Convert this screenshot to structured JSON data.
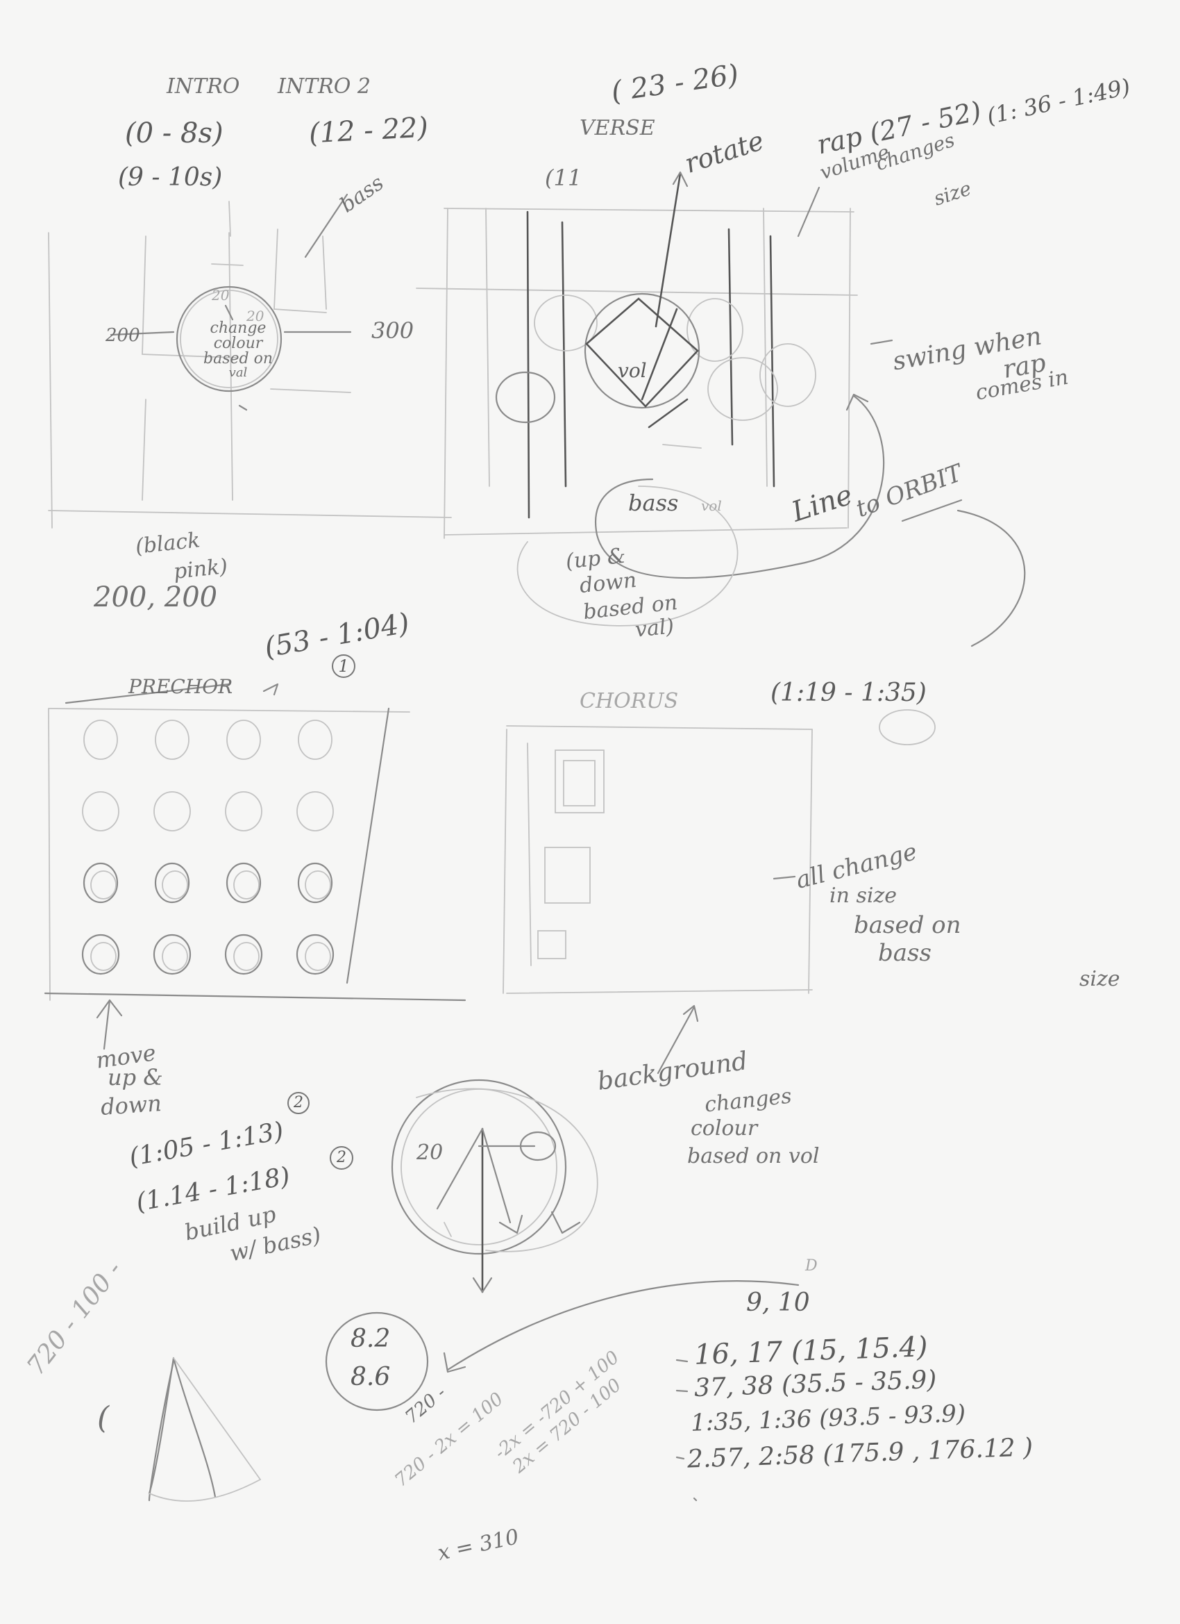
{
  "sections": {
    "intro": {
      "label_intro": "INTRO",
      "label_intro2": "INTRO 2",
      "time_1": "(0 - 8s)",
      "time_2": "(12 - 22)",
      "time_3": "(9 - 10s)",
      "bass_note": "bass",
      "inner_left": "20",
      "inner_right": "20",
      "circle_note": [
        "change",
        "colour",
        "based on",
        "val"
      ],
      "left_dim": "200",
      "right_dim": "300",
      "colors_note": [
        "(black",
        "pink)"
      ],
      "size_note": "200, 200"
    },
    "verse": {
      "time_top": "( 23 - 26)",
      "label": "VERSE",
      "small": "(11",
      "rotate_note": "rotate",
      "rap_time": "rap (27 - 52)",
      "rap_time2": "(1: 36 - 1:49)",
      "volume_note": [
        "volume",
        "changes",
        "size"
      ],
      "swing_note": [
        "swing when",
        "rap",
        "comes in"
      ],
      "vol_label": "vol",
      "bass_label": "bass",
      "bass_vol_faint": "vol",
      "line_note": "Line",
      "orbit_note": "to ORBIT",
      "updown_note": [
        "(up &",
        "down",
        "based on",
        "val)"
      ]
    },
    "prechorus": {
      "time": "(53 - 1:04)",
      "marker": "1",
      "label": "PRECHOR",
      "move_note": [
        "move",
        "up &",
        "down"
      ]
    },
    "chorus": {
      "label": "CHORUS",
      "time": "(1:19 - 1:35)",
      "change_note": [
        "all change",
        "in size",
        "based on",
        "bass"
      ],
      "size_word": "size",
      "background_note": [
        "background",
        "changes",
        "colour",
        "based on vol"
      ]
    },
    "bottom": {
      "time_a": "(1:05 - 1:13)",
      "marker_a": "2",
      "time_b": "(1.14 - 1:18)",
      "marker_b": "2",
      "buildup_note": [
        "build up",
        "w/ bass)"
      ],
      "clock_label": "20",
      "circled_values": [
        "8.2",
        "8.6"
      ],
      "timeline_ticks": "720 - 100 -",
      "left_mark": "(",
      "formula_1": "720 -",
      "formula_2": "720 - 2x = 100",
      "formula_3": "-2x = -720 + 100",
      "formula_4": "2x = 720 - 100",
      "solution": "x = 310",
      "small_d": "D",
      "values": [
        "9, 10",
        "16, 17 (15, 15.4)",
        "37, 38 (35.5 - 35.9)",
        "1:35, 1:36 (93.5 - 93.9)",
        "2.57, 2:58 (175.9 , 176.12 )"
      ]
    }
  }
}
